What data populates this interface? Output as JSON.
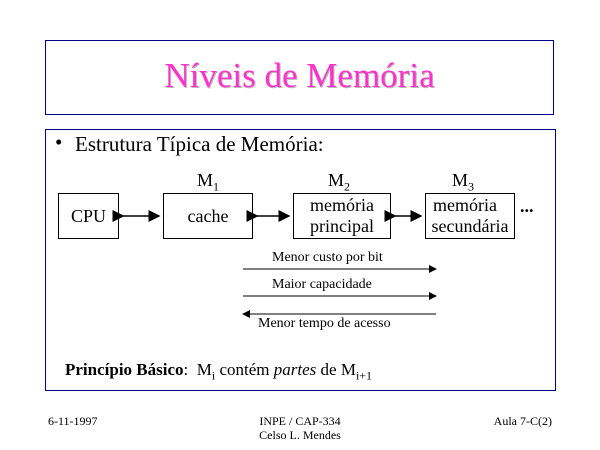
{
  "slide": {
    "title": "Níveis de Memória",
    "bullet_symbol": "•",
    "bullet_text": "Estrutura Típica de Memória:"
  },
  "diagram": {
    "levels": [
      {
        "name": "M",
        "subscript": "1"
      },
      {
        "name": "M",
        "subscript": "2"
      },
      {
        "name": "M",
        "subscript": "3"
      }
    ],
    "boxes": {
      "cpu": "CPU",
      "cache": "cache",
      "main_line1": "memória",
      "main_line2": "principal",
      "secondary_line1": "memória",
      "secondary_line2": "secundária",
      "ellipsis": "..."
    },
    "arrows": {
      "cost": "Menor custo por bit",
      "capacity": "Maior capacidade",
      "access_time": "Menor tempo de acesso"
    }
  },
  "principle": {
    "label": "Princípio Básico",
    "colon": ":",
    "m_i": "M",
    "i_sub": "i",
    "verb": "contém",
    "parts": "partes",
    "de": "de M",
    "i1_sub": "i+1"
  },
  "footer": {
    "date": "6-11-1997",
    "course": "INPE / CAP-334",
    "author": "Celso L. Mendes",
    "lecture": "Aula 7-C(2)"
  }
}
